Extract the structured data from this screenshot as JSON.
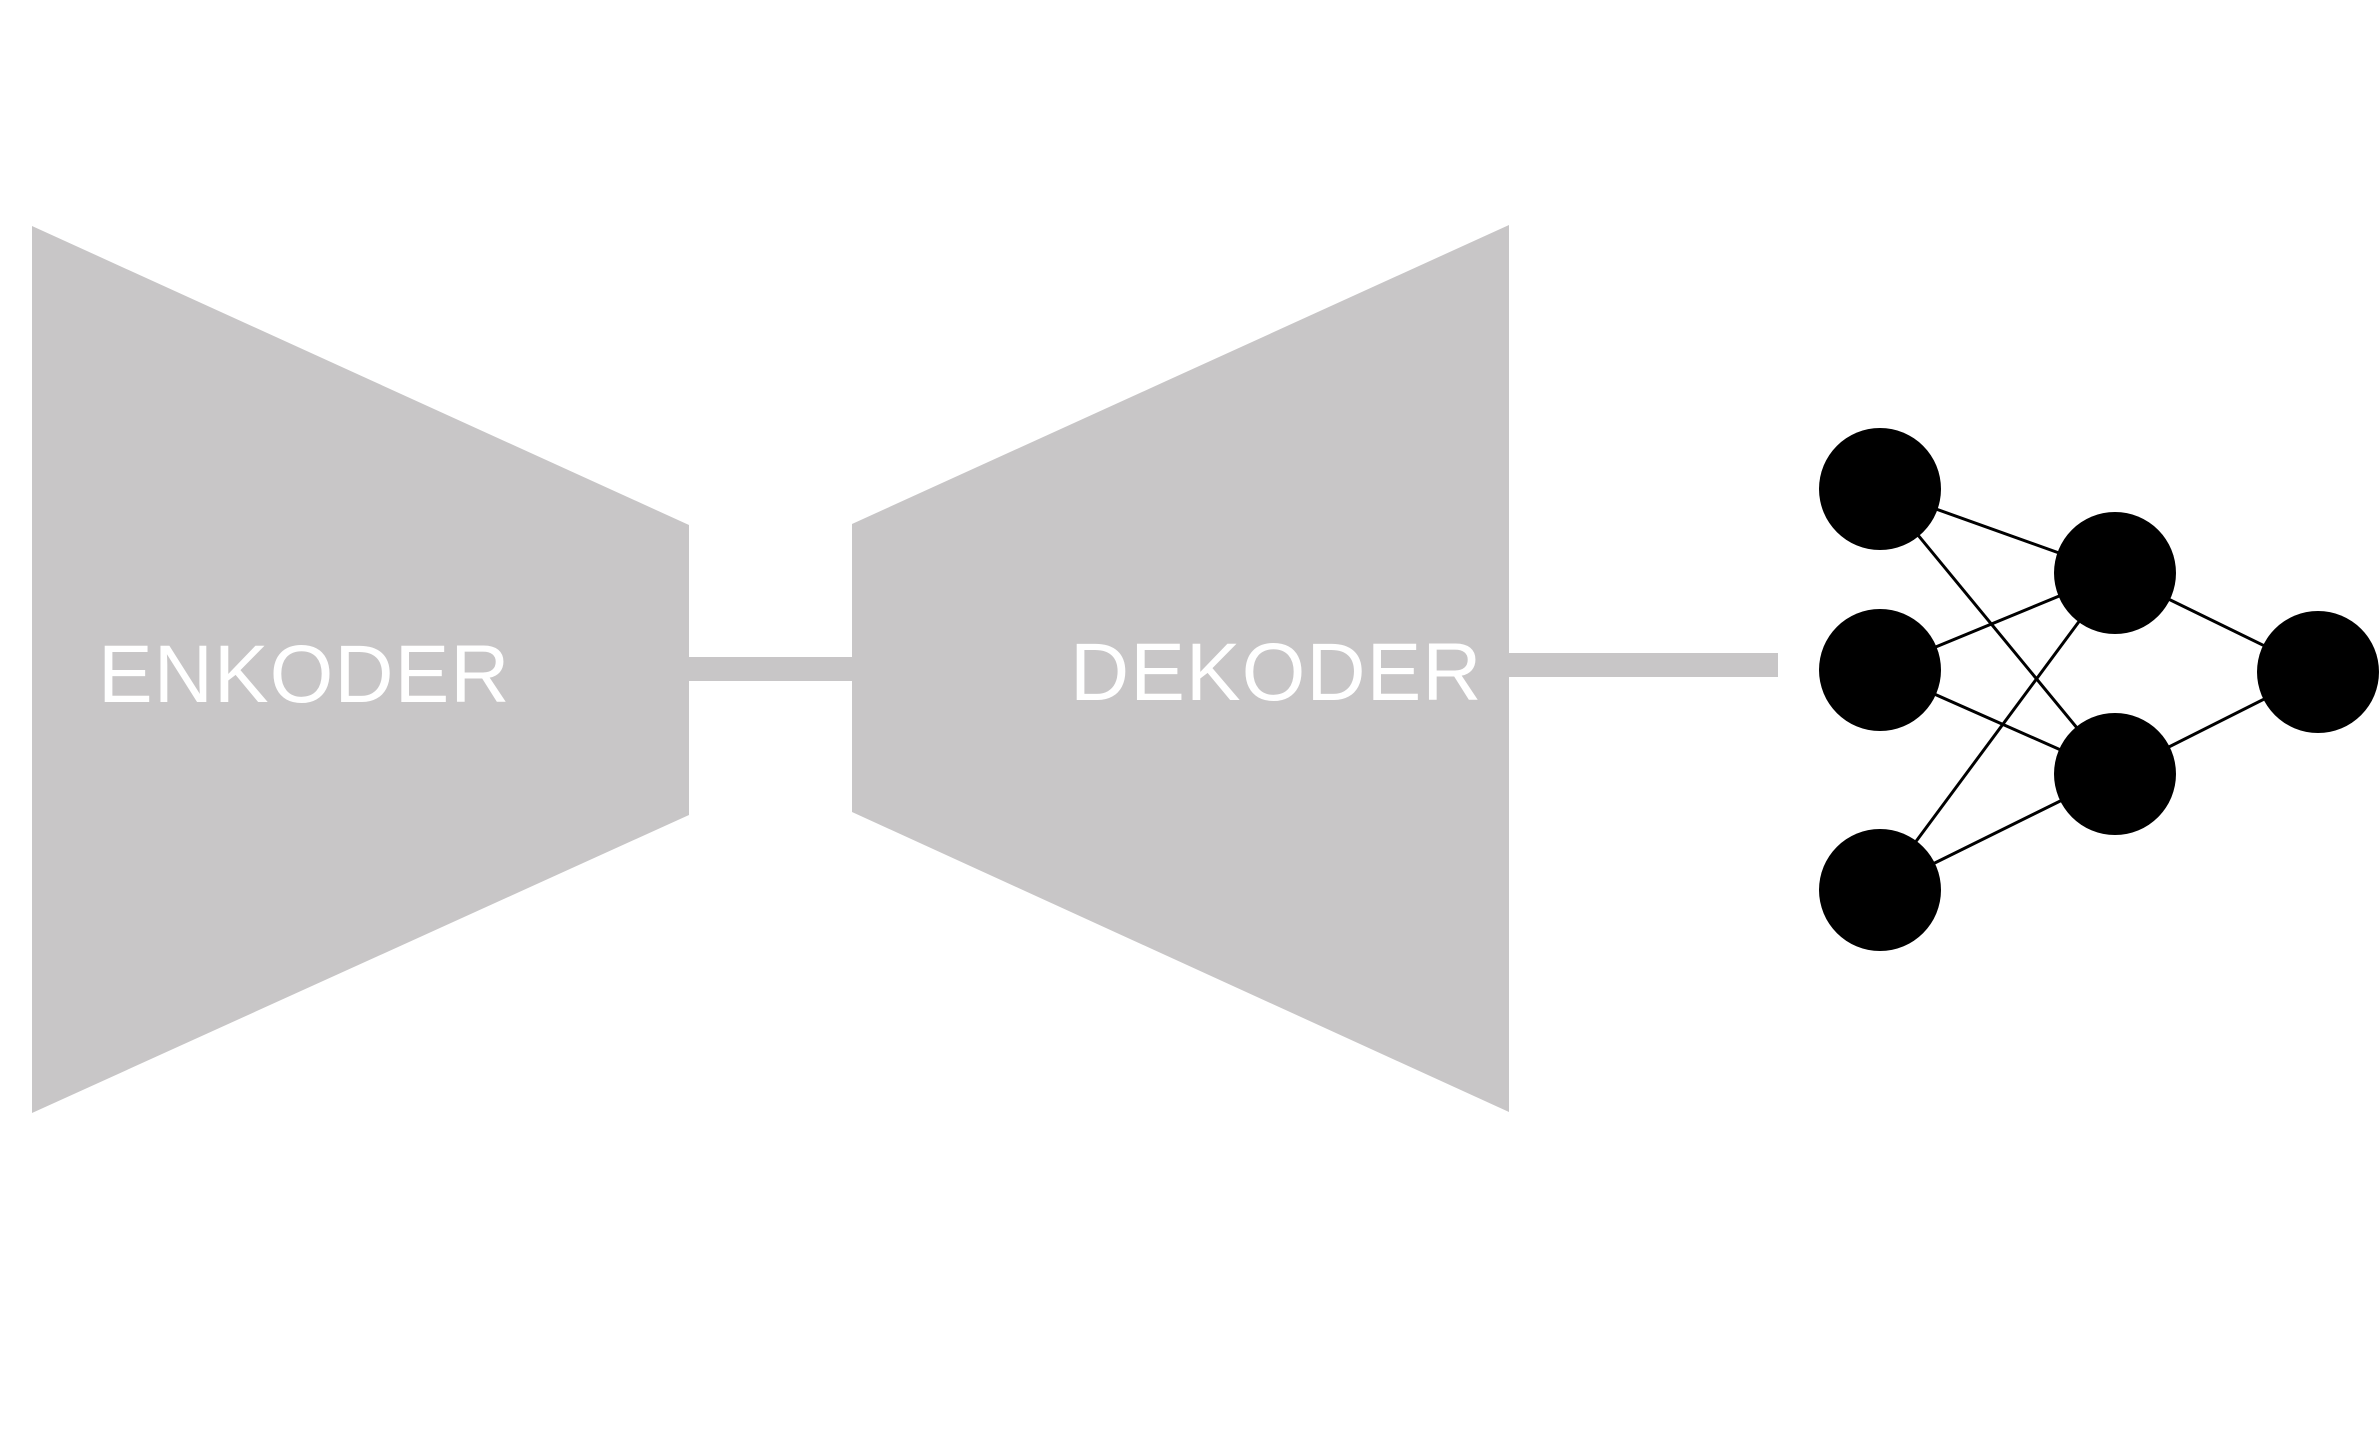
{
  "diagram": {
    "encoder": {
      "label": "ENKODER"
    },
    "decoder": {
      "label": "DEKODER"
    },
    "network": {
      "layers": [
        {
          "nodes": [
            "i1",
            "i2",
            "i3"
          ]
        },
        {
          "nodes": [
            "h1",
            "h2"
          ]
        },
        {
          "nodes": [
            "o1"
          ]
        }
      ],
      "edges": [
        [
          "i1",
          "h1"
        ],
        [
          "i1",
          "h2"
        ],
        [
          "i2",
          "h1"
        ],
        [
          "i2",
          "h2"
        ],
        [
          "i3",
          "h1"
        ],
        [
          "i3",
          "h2"
        ],
        [
          "h1",
          "o1"
        ],
        [
          "h2",
          "o1"
        ]
      ]
    },
    "colors": {
      "block_fill": "#c8c6c7",
      "label_text": "#ffffff",
      "node_fill": "#000000",
      "edge_stroke": "#000000",
      "background": "#ffffff"
    }
  }
}
